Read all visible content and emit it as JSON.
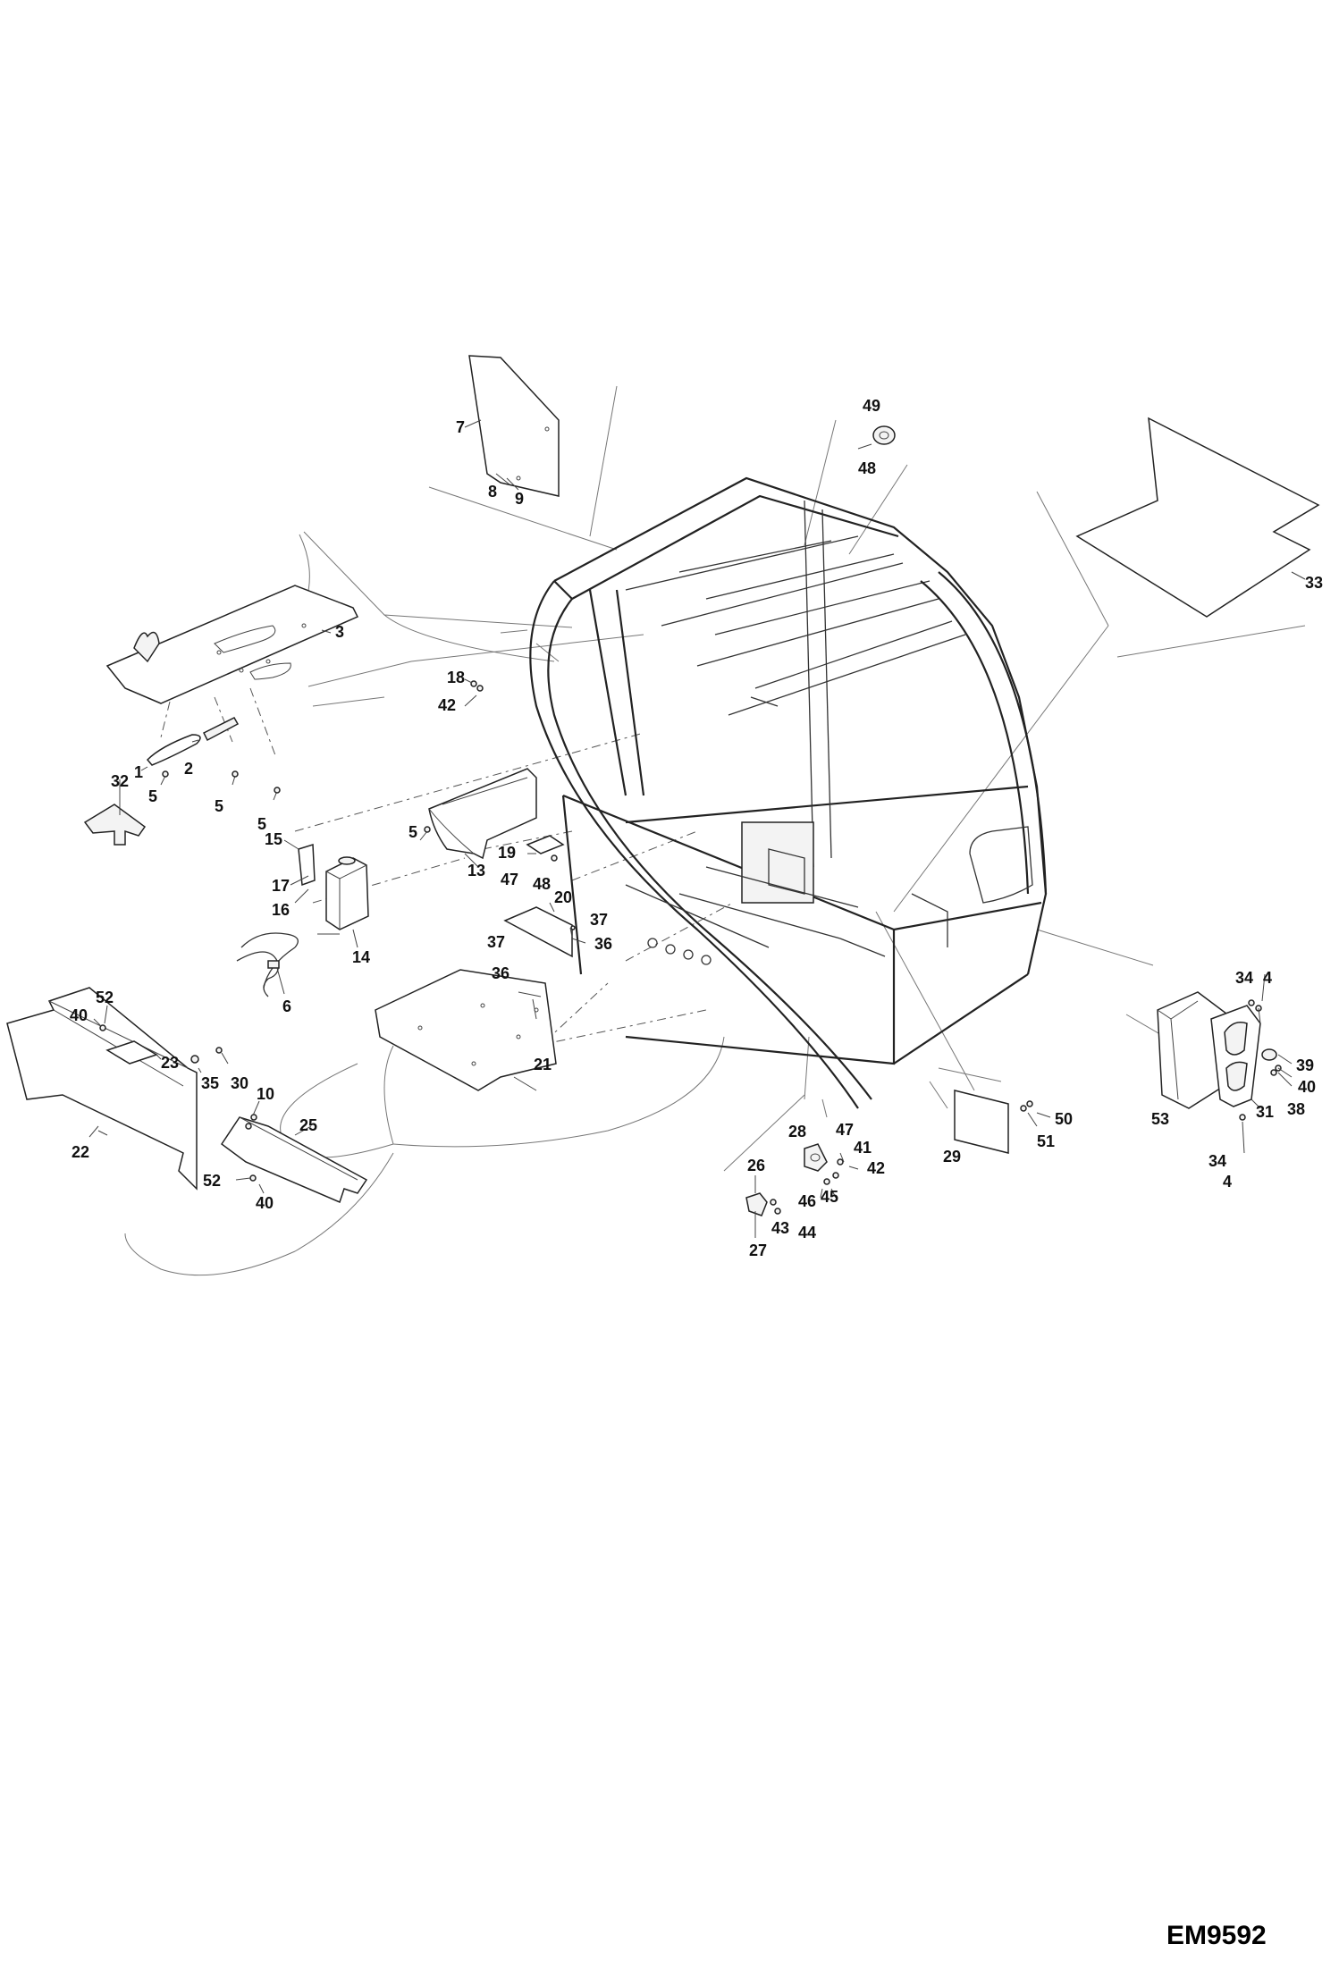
{
  "drawing": {
    "code": "EM9592",
    "callouts": [
      "1",
      "2",
      "3",
      "4",
      "5",
      "6",
      "7",
      "8",
      "9",
      "10",
      "13",
      "14",
      "15",
      "16",
      "17",
      "18",
      "19",
      "20",
      "21",
      "22",
      "23",
      "25",
      "26",
      "27",
      "28",
      "29",
      "30",
      "31",
      "32",
      "33",
      "34",
      "35",
      "36",
      "37",
      "38",
      "39",
      "40",
      "41",
      "42",
      "43",
      "44",
      "45",
      "46",
      "47",
      "48",
      "49",
      "50",
      "51",
      "52",
      "53"
    ]
  },
  "parts": {
    "7": "7",
    "8": "8",
    "9": "9",
    "49": "49",
    "48": "48",
    "33": "33",
    "3": "3",
    "1": "1",
    "2": "2",
    "5": "5",
    "18": "18",
    "42": "42",
    "32": "32",
    "15": "15",
    "17": "17",
    "16": "16",
    "14": "14",
    "13": "13",
    "19": "19",
    "47": "47",
    "20": "20",
    "37": "37",
    "36": "36",
    "21": "21",
    "6": "6",
    "40": "40",
    "52": "52",
    "23": "23",
    "22": "22",
    "35": "35",
    "30": "30",
    "10": "10",
    "25": "25",
    "28": "28",
    "41": "41",
    "46": "46",
    "45": "45",
    "26": "26",
    "43": "43",
    "44": "44",
    "27": "27",
    "29": "29",
    "50": "50",
    "51": "51",
    "34": "34",
    "4": "4",
    "39": "39",
    "38": "38",
    "31": "31",
    "53": "53"
  }
}
